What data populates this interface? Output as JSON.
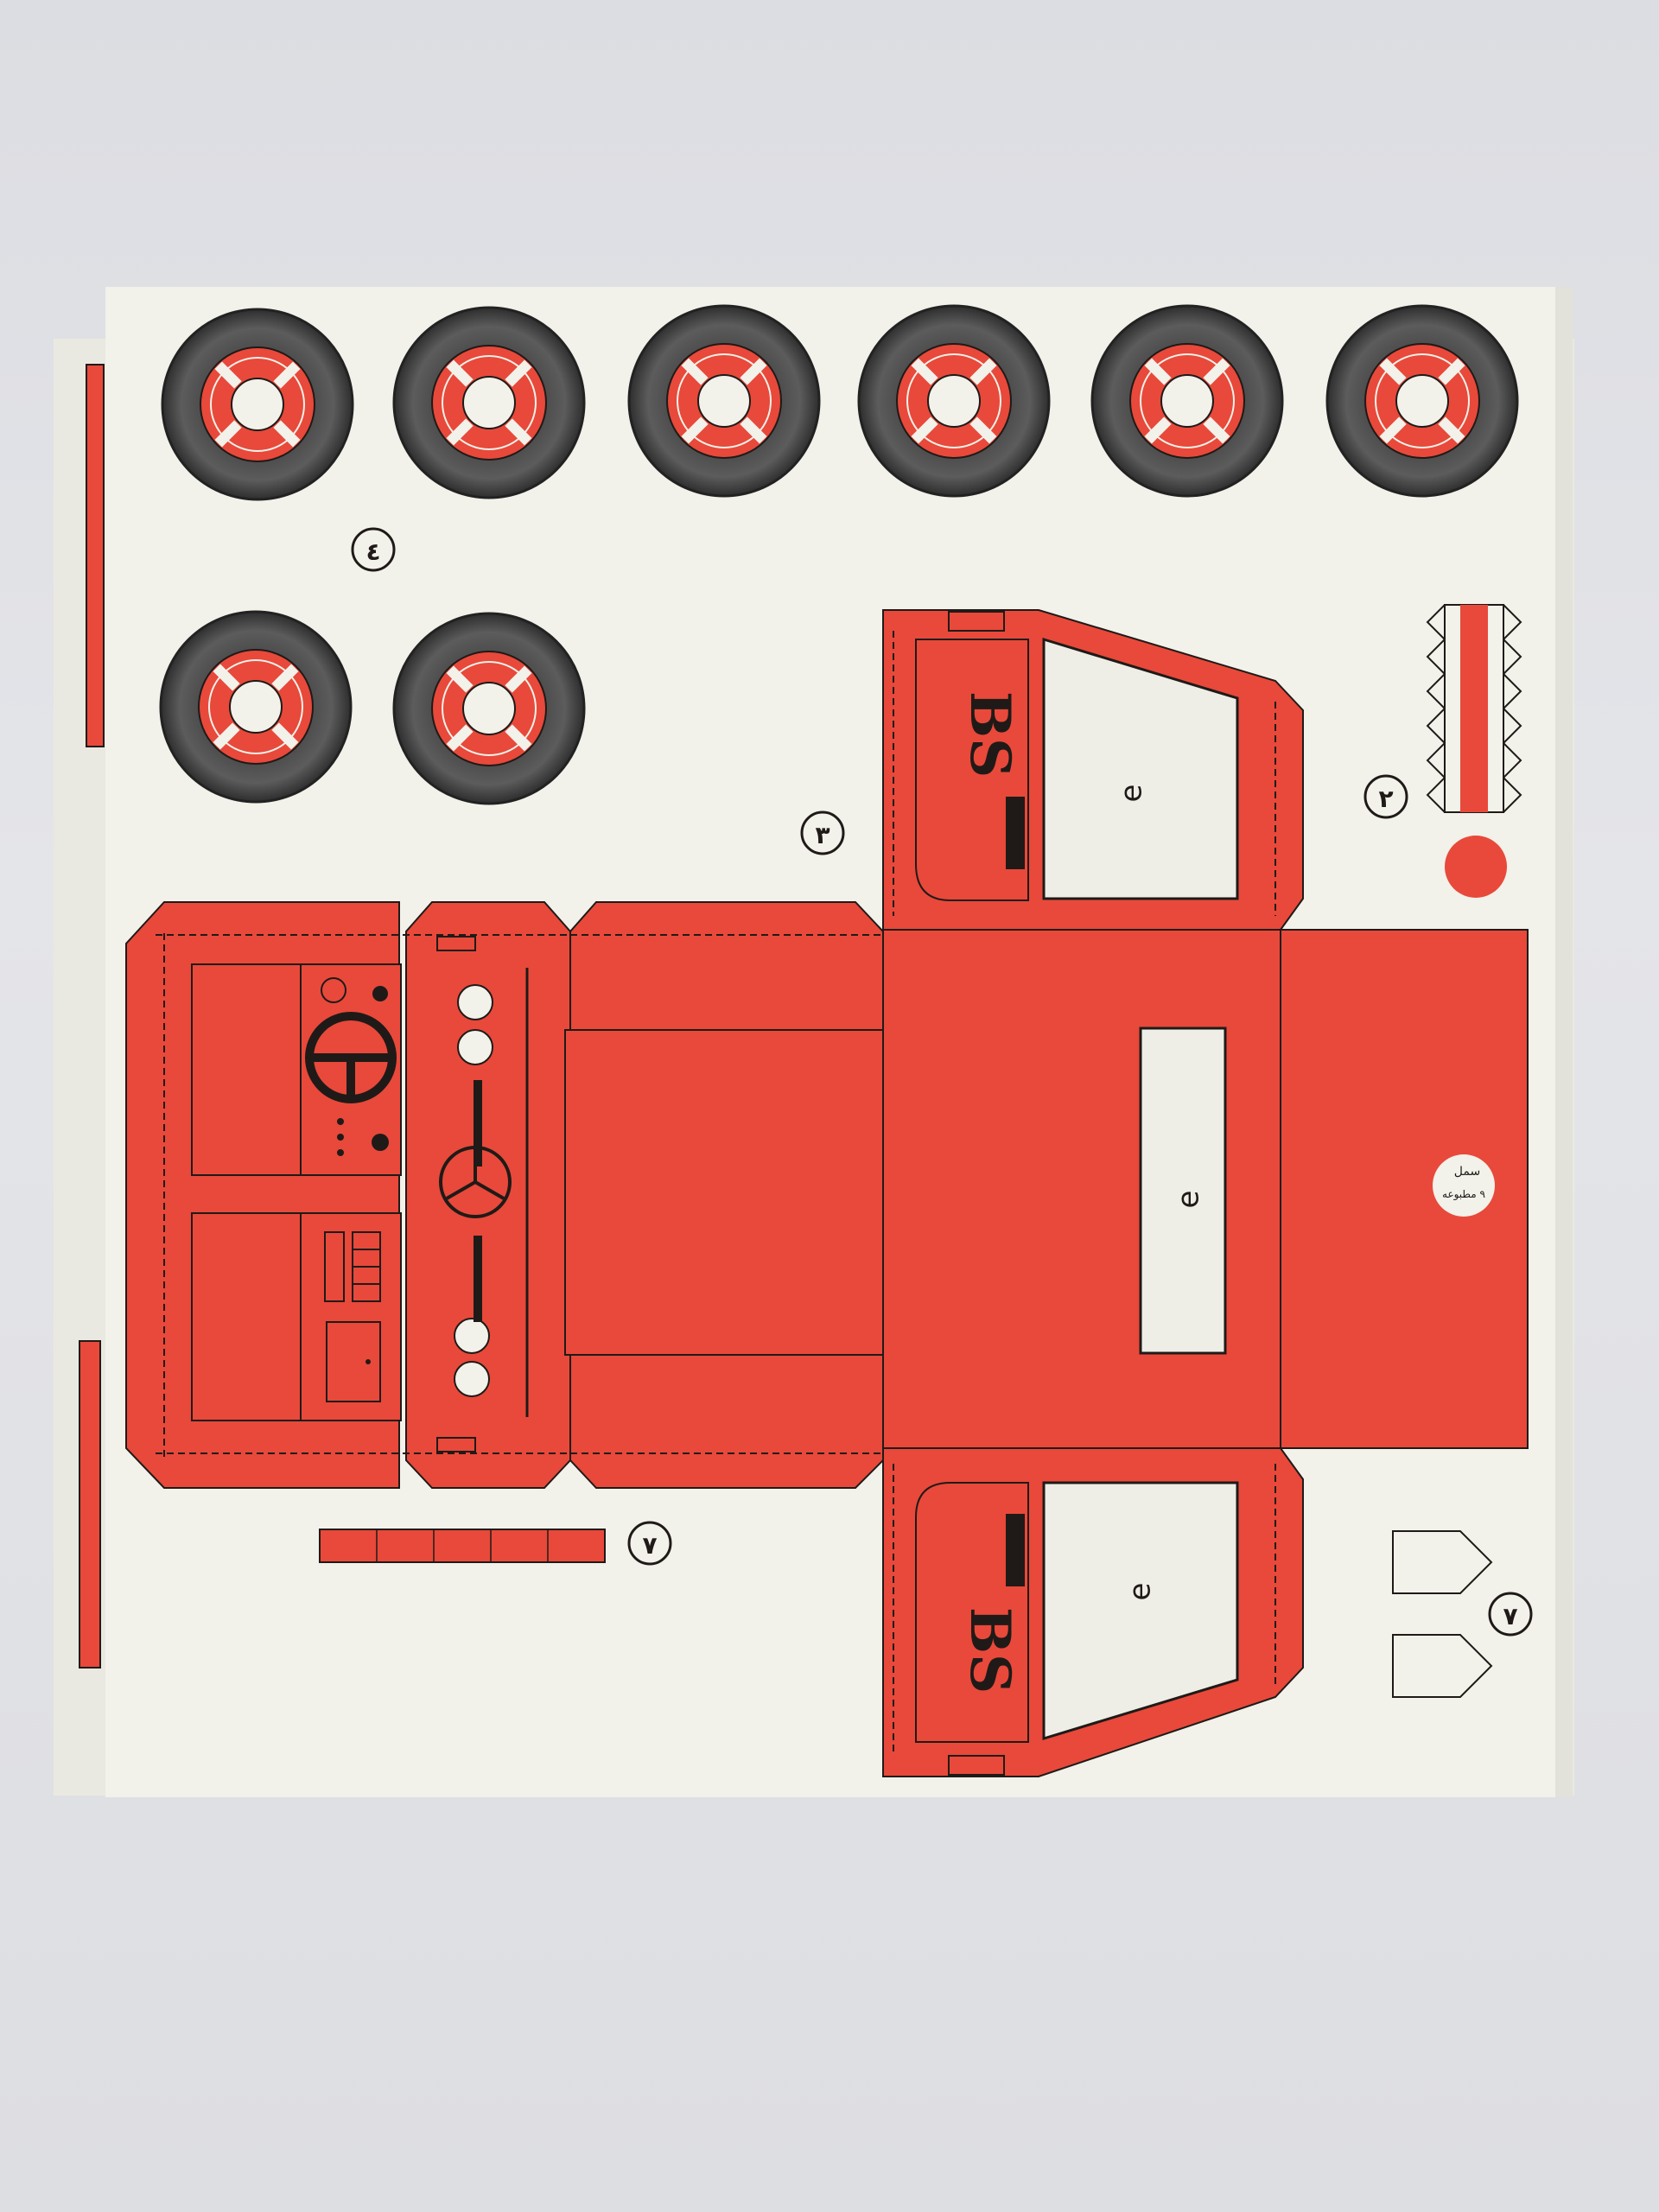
{
  "sheet": {
    "door_left_marking": "BS",
    "door_right_marking": "BS",
    "door_window_glyph": "ə",
    "roof_window_glyph": "ə",
    "badge_line1": "سمل",
    "badge_line2": "٩ مطبوعه",
    "part_numbers": [
      "٤",
      "٣",
      "٢",
      "٧",
      "٧"
    ]
  },
  "colors": {
    "paper": "#f2f1ea",
    "backing": "#eae9e1",
    "body_red": "#e8493a",
    "dark_red": "#c9372b",
    "ink": "#1f1a18",
    "tire": "#3e3e3e",
    "window": "#eeede6"
  }
}
